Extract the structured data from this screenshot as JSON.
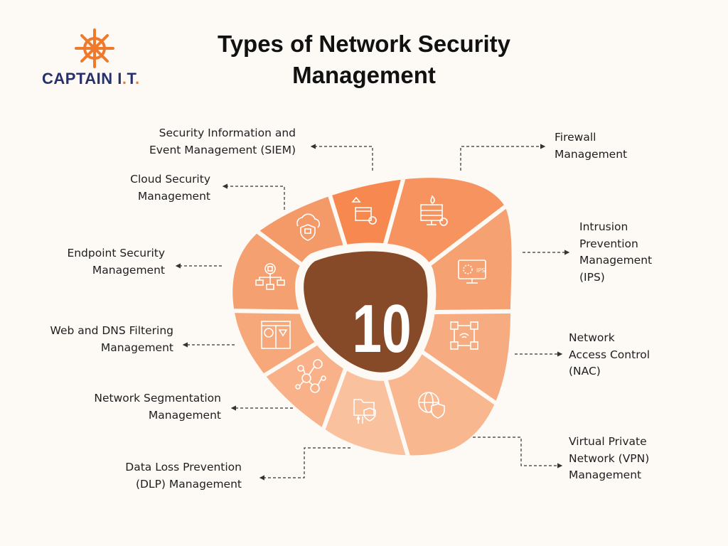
{
  "brand": {
    "name": "CAPTAIN I",
    "dot1": ".",
    "t": "T",
    "dot2": ".",
    "accent": "#f07a2c",
    "navy": "#26306b"
  },
  "title": {
    "line1": "Types of Network Security",
    "line2": "Management"
  },
  "center": {
    "number": "10",
    "color": "#874a28"
  },
  "items": [
    {
      "lines": [
        "Security Information and",
        "Event Management (SIEM)"
      ],
      "icon": "siem-calendar-gear-icon",
      "color": "#f7884f"
    },
    {
      "lines": [
        "Firewall",
        "Management"
      ],
      "icon": "firewall-monitor-icon",
      "color": "#f7935f"
    },
    {
      "lines": [
        "Cloud Security",
        "Management"
      ],
      "icon": "cloud-lock-shield-icon",
      "color": "#f49968"
    },
    {
      "lines": [
        "Intrusion",
        "Prevention",
        "Management",
        "(IPS)"
      ],
      "icon": "ips-monitor-icon",
      "color": "#f6a172"
    },
    {
      "lines": [
        "Endpoint Security",
        "Management"
      ],
      "icon": "endpoint-network-icon",
      "color": "#f5a070"
    },
    {
      "lines": [
        "Network",
        "Access Control",
        "(NAC)"
      ],
      "icon": "access-control-wifi-icon",
      "color": "#f7ab80"
    },
    {
      "lines": [
        "Web and DNS Filtering",
        "Management"
      ],
      "icon": "web-filter-icon",
      "color": "#f6a87b"
    },
    {
      "lines": [
        "Network Segmentation",
        "Management"
      ],
      "icon": "network-users-icon",
      "color": "#f8b188"
    },
    {
      "lines": [
        "Virtual Private",
        "Network (VPN)",
        "Management"
      ],
      "icon": "globe-shield-wifi-icon",
      "color": "#f9b78f"
    },
    {
      "lines": [
        "Data Loss Prevention",
        "(DLP) Management"
      ],
      "icon": "folder-lock-icon",
      "color": "#fac19e"
    }
  ]
}
